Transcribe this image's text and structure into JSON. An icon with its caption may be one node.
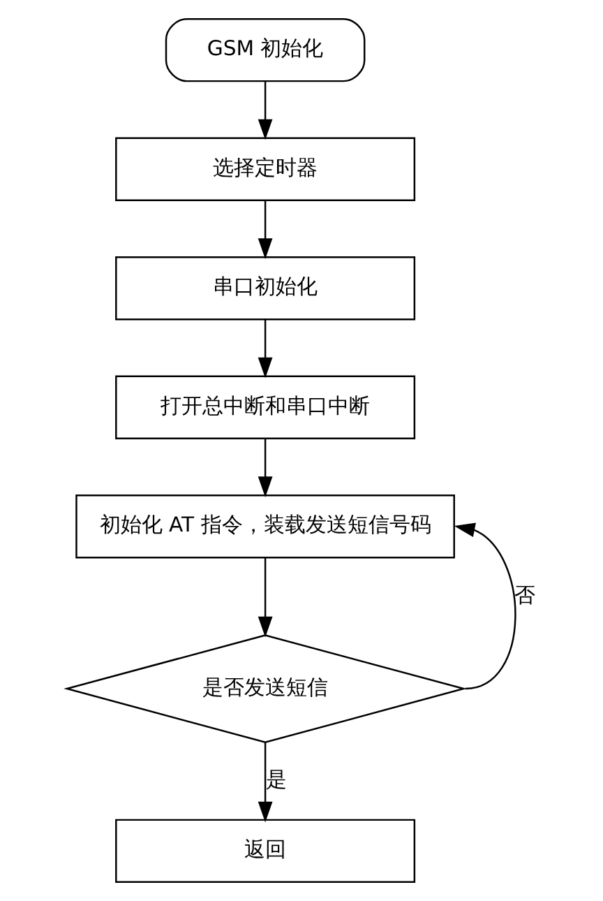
{
  "diagram": {
    "nodes": [
      {
        "text": [
          "GSM 初始化"
        ]
      },
      {
        "text": [
          "选择定时器"
        ]
      },
      {
        "text": [
          "串口初始化"
        ]
      },
      {
        "text": [
          "打开总中断和串口中断"
        ]
      },
      {
        "text": [
          "初始化 AT 指令，装载发送短信号码"
        ]
      },
      {
        "text": [
          "是否发送短信"
        ]
      },
      {
        "text": [
          "返回"
        ]
      }
    ],
    "edges": [
      {
        "from": 0,
        "to": 1,
        "arrow": "to"
      },
      {
        "from": 1,
        "to": 2,
        "arrow": "to"
      },
      {
        "from": 2,
        "to": 3,
        "arrow": "to"
      },
      {
        "from": 3,
        "to": 4,
        "arrow": "to"
      },
      {
        "from": 4,
        "to": 5,
        "arrow": "to"
      },
      {
        "from": 5,
        "to": 4,
        "arrow": "to",
        "label": "否"
      },
      {
        "from": 5,
        "to": 6,
        "arrow": "to",
        "label": "是"
      }
    ]
  }
}
